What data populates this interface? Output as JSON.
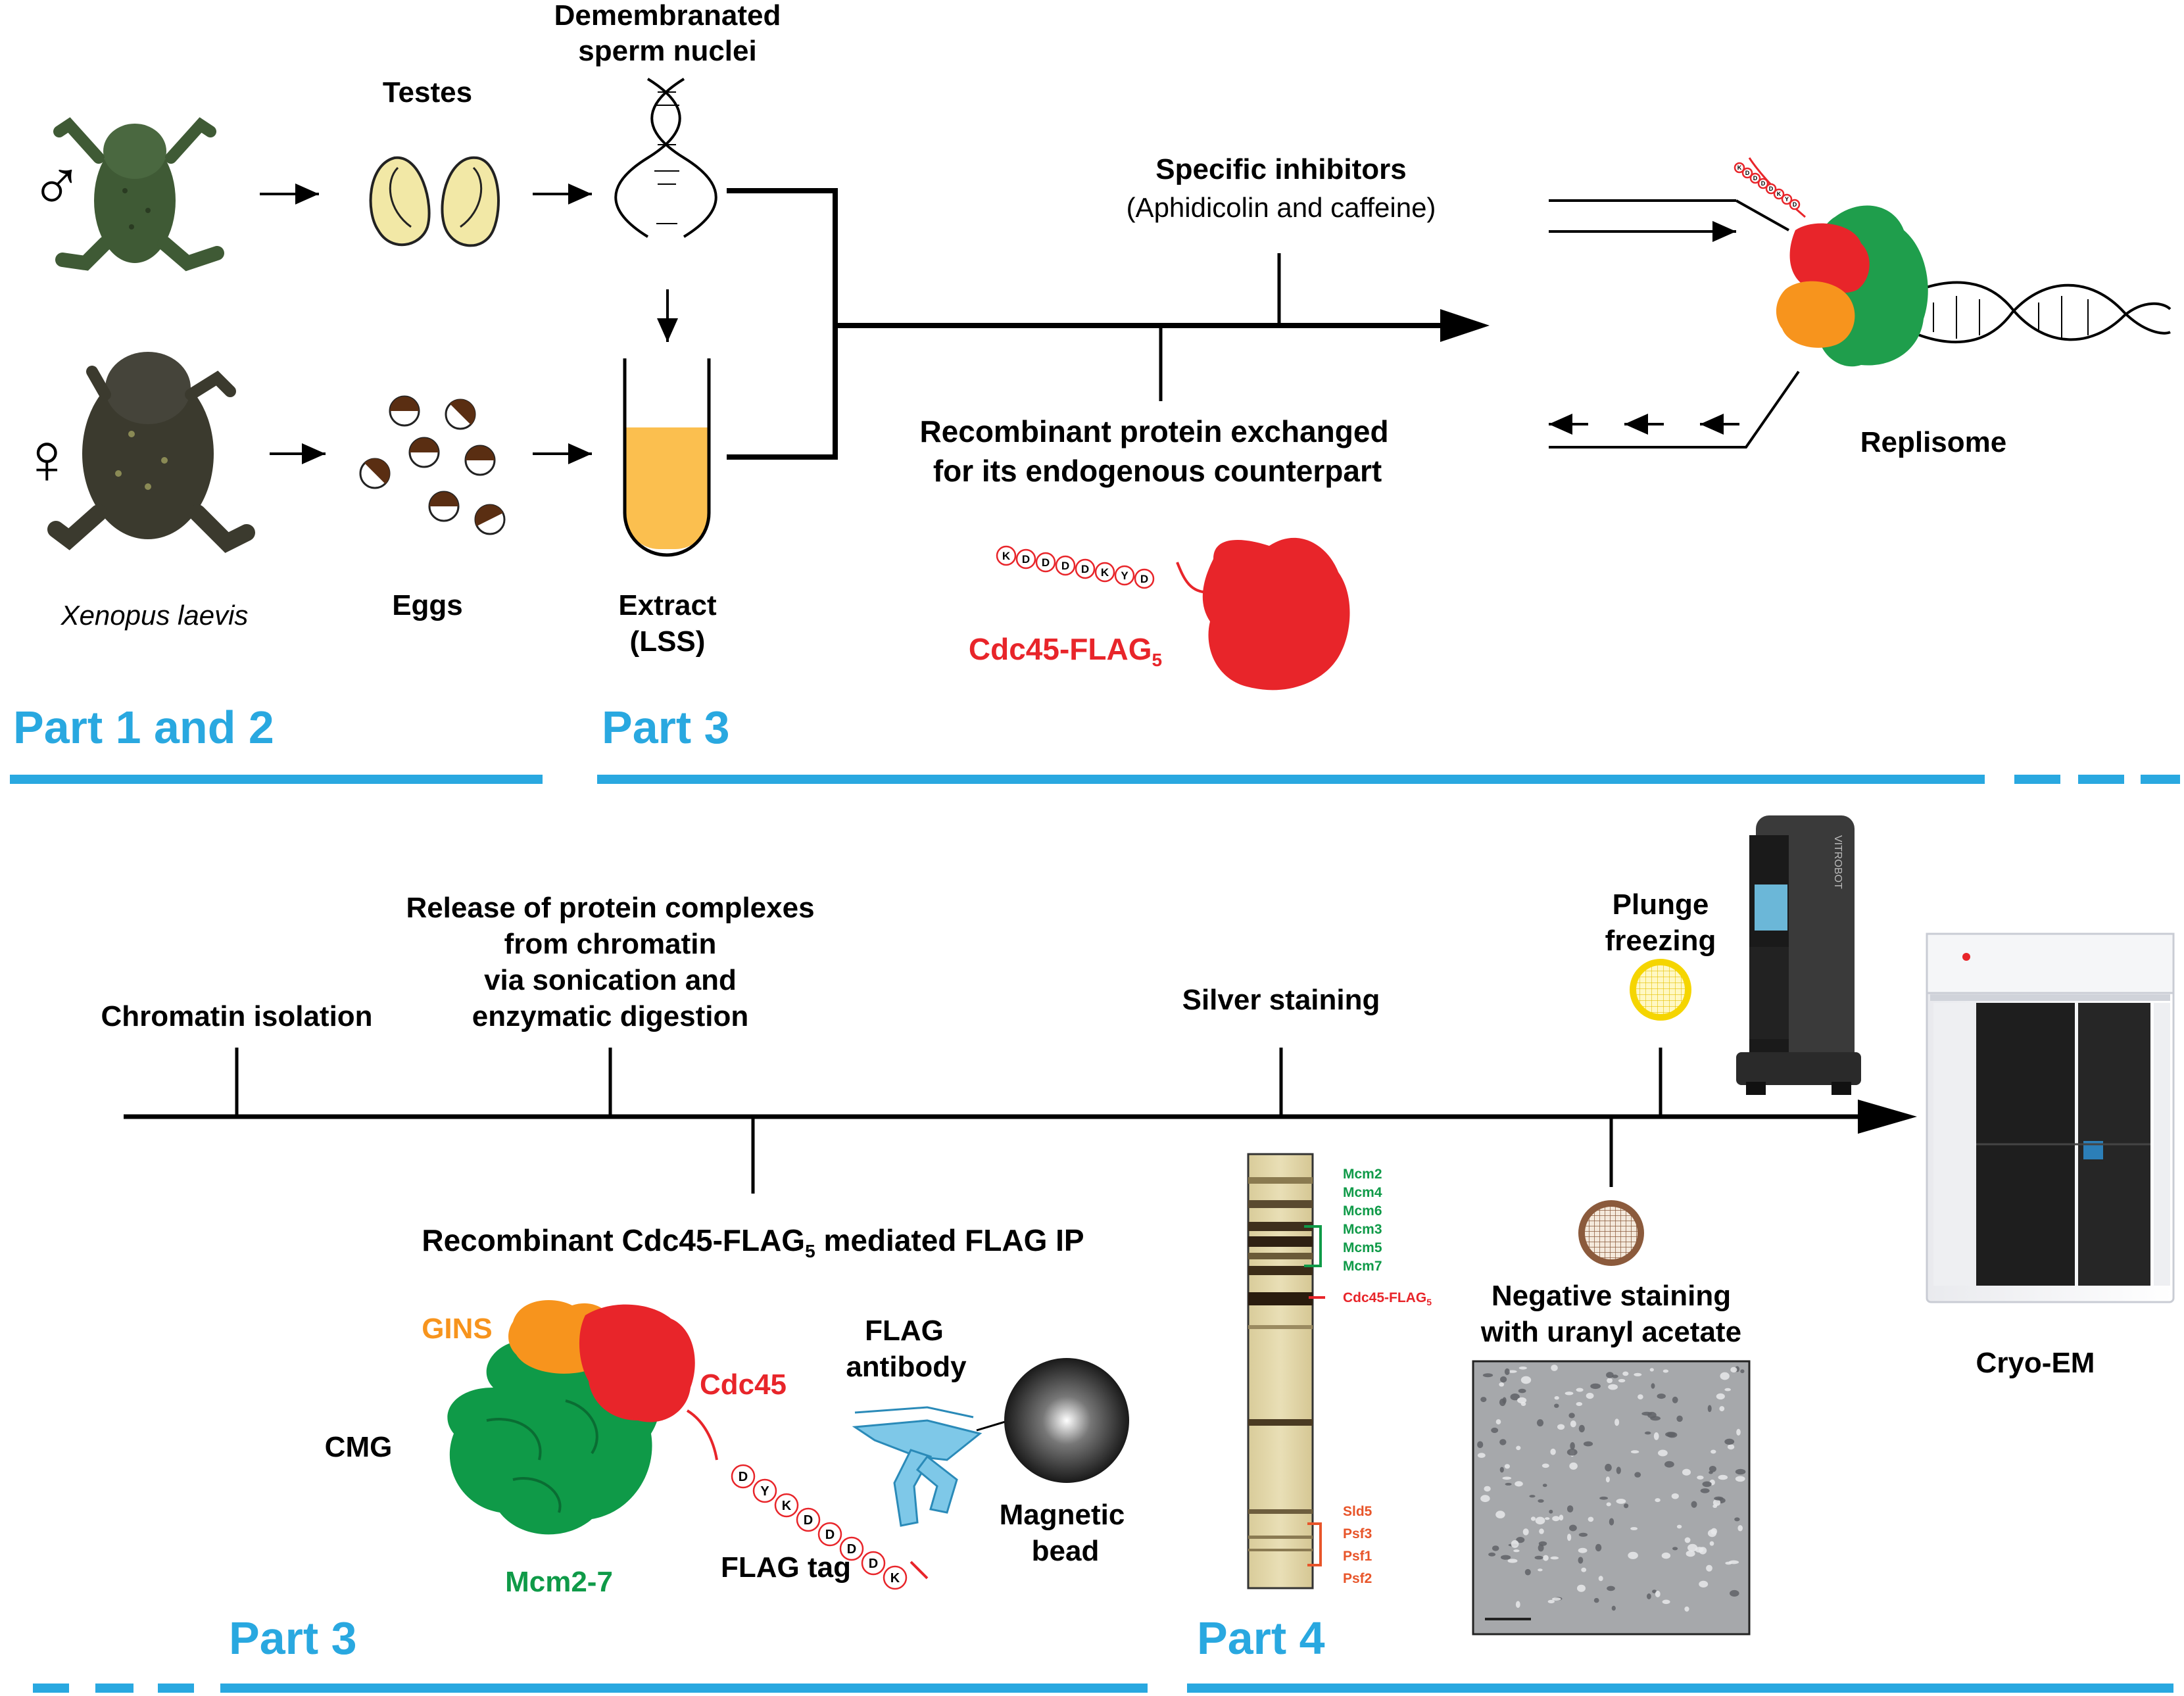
{
  "colors": {
    "part_blue": "#29a8e0",
    "cdc45_red": "#e8252a",
    "gins_orange": "#f7941d",
    "mcm_green": "#0f9a48",
    "psf_orange": "#e8552a",
    "tube_liquid": "#fbbf4f",
    "testes_fill": "#f2e8a6",
    "antibody_blue": "#7ec8e8",
    "grid_yellow": "#f5d500",
    "neg_grid_brown": "#8b5a3c"
  },
  "top": {
    "male_symbol": "♂",
    "female_symbol": "♀",
    "xenopus": "Xenopus laevis",
    "testes": "Testes",
    "sperm_line1": "Demembranated",
    "sperm_line2": "sperm nuclei",
    "eggs": "Eggs",
    "extract_line1": "Extract",
    "extract_line2": "(LSS)",
    "inhibitors_title": "Specific inhibitors",
    "inhibitors_sub": "(Aphidicolin and caffeine)",
    "exchange_line1": "Recombinant protein exchanged",
    "exchange_line2": "for its endogenous counterpart",
    "replisome": "Replisome",
    "cdc45_flag_main": "Cdc45-FLAG",
    "cdc45_flag_sub": "5",
    "flag_beads_top": [
      "K",
      "D",
      "D",
      "D",
      "D",
      "K",
      "Y",
      "D"
    ]
  },
  "parts": {
    "part12": "Part 1 and 2",
    "part3_top": "Part 3",
    "part3_bottom": "Part 3",
    "part4": "Part 4"
  },
  "bottom": {
    "chromatin_isolation": "Chromatin isolation",
    "release_line1": "Release of protein complexes",
    "release_line2": "from chromatin",
    "release_line3": "via sonication and",
    "release_line4": "enzymatic digestion",
    "silver_staining": "Silver staining",
    "plunge_line1": "Plunge",
    "plunge_line2": "freezing",
    "ip_main": "Recombinant Cdc45-FLAG",
    "ip_sub": "5",
    "ip_tail": " mediated FLAG IP",
    "gins": "GINS",
    "cdc45": "Cdc45",
    "cmg": "CMG",
    "mcm27": "Mcm2-7",
    "flag_tag": "FLAG tag",
    "flag_ab_line1": "FLAG",
    "flag_ab_line2": "antibody",
    "magnetic_line1": "Magnetic",
    "magnetic_line2": "bead",
    "flag_beads_bottom": [
      "D",
      "Y",
      "K",
      "D",
      "D",
      "D",
      "D",
      "K"
    ],
    "neg_line1": "Negative staining",
    "neg_line2": "with uranyl acetate",
    "cryo_em": "Cryo-EM",
    "gel_green": [
      "Mcm2",
      "Mcm4",
      "Mcm6",
      "Mcm3",
      "Mcm5",
      "Mcm7"
    ],
    "gel_red": "Cdc45-FLAG",
    "gel_red_sub": "5",
    "gel_orange": [
      "Sld5",
      "Psf3",
      "Psf1",
      "Psf2"
    ],
    "vitrobot_label": "VITROBOT"
  }
}
